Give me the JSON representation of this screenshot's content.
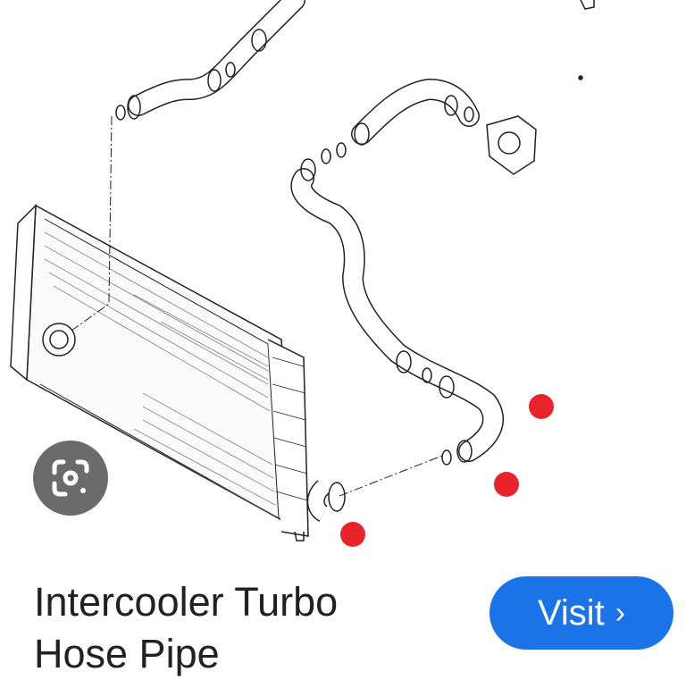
{
  "result": {
    "title_line1": "Intercooler Turbo",
    "title_line2": "Hose Pipe",
    "visit_label": "Visit",
    "visit_chevron": "›"
  },
  "icons": {
    "lens": "google-lens-icon"
  },
  "colors": {
    "accent": "#1a73e8",
    "marker": "#e8242a",
    "lens_bg": "#6b6b6b"
  }
}
